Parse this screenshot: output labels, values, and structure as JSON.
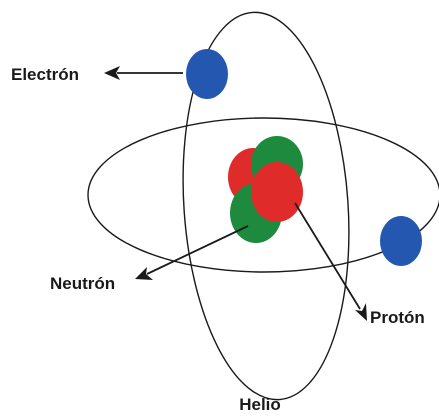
{
  "labels": {
    "electron": "Electrón",
    "neutron": "Neutrón",
    "proton": "Protón",
    "caption": "Helio"
  },
  "colors": {
    "electron": "#2457b0",
    "proton": "#e02b2b",
    "neutron": "#1e8a3e",
    "orbit": "#1a1a1a"
  }
}
